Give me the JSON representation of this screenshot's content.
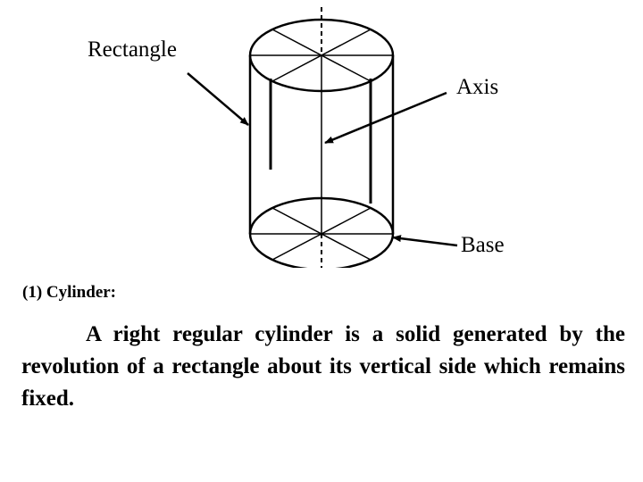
{
  "diagram": {
    "labels": {
      "rectangle": "Rectangle",
      "axis": "Axis",
      "base": "Base"
    }
  },
  "section": {
    "heading": "(1) Cylinder:",
    "definition": "A right regular cylinder is a solid generated by the revolution of a rectangle about its vertical side which remains fixed."
  }
}
